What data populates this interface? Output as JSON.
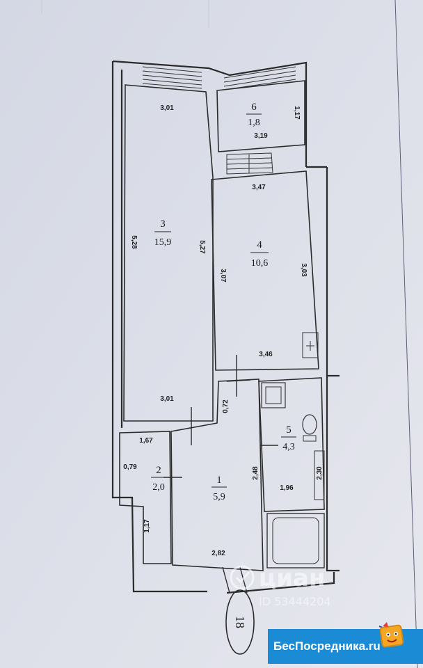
{
  "rooms": [
    {
      "id": "1",
      "number": "1",
      "area": "5,9"
    },
    {
      "id": "2",
      "number": "2",
      "area": "2,0"
    },
    {
      "id": "3",
      "number": "3",
      "area": "15,9"
    },
    {
      "id": "4",
      "number": "4",
      "area": "10,6"
    },
    {
      "id": "5",
      "number": "5",
      "area": "4,3"
    },
    {
      "id": "6",
      "number": "6",
      "area": "1,8"
    }
  ],
  "dimensions": {
    "r3_top": "3,01",
    "r3_left": "5,28",
    "r3_right": "5,27",
    "r3_bottom": "3,01",
    "r6_right": "1,17",
    "r6_width": "3,19",
    "r4_top": "3,47",
    "r4_left": "3,07",
    "r4_right": "3,03",
    "r4_bottom": "3,46",
    "corridor_width": "0,72",
    "r2_top": "1,67",
    "r2_inner": "0,79",
    "r2_left": "1,17",
    "r1_right": "2,48",
    "r1_bottom": "2,82",
    "r5_width": "1,96",
    "r5_right": "2,30"
  },
  "stamp": "18",
  "watermark": {
    "brand": "циан",
    "id_text": "ID 53444204"
  },
  "banner": {
    "text": "БесПосредника",
    "suffix": ".ru"
  }
}
